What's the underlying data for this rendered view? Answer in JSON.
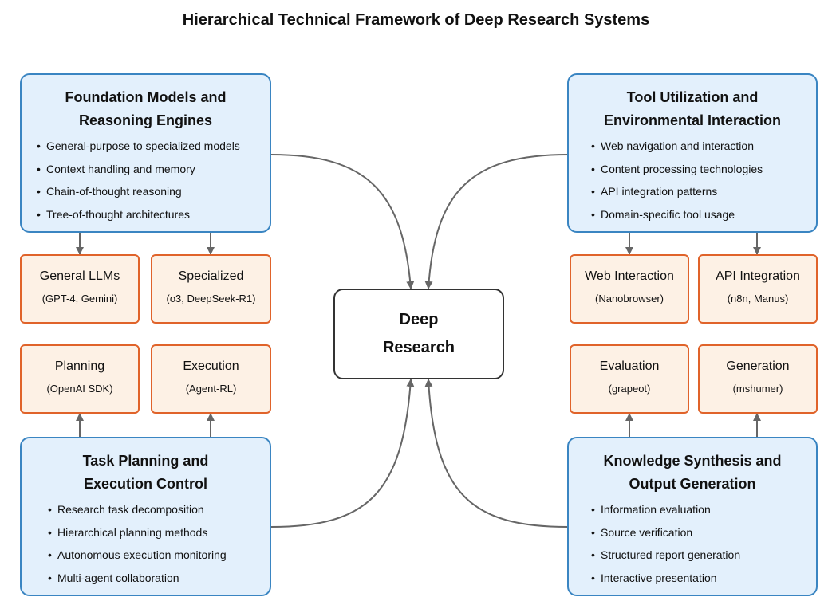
{
  "title": "Hierarchical Technical Framework of Deep Research Systems",
  "center": {
    "label_line1": "Deep",
    "label_line2": "Research"
  },
  "pillars": [
    {
      "title_line1": "Foundation Models and",
      "title_line2": "Reasoning Engines",
      "bullets": [
        "General-purpose to specialized models",
        "Context handling and memory",
        "Chain-of-thought reasoning",
        "Tree-of-thought architectures"
      ],
      "technologies": [
        {
          "name": "General LLMs",
          "examples": "(GPT-4, Gemini)"
        },
        {
          "name": "Specialized",
          "examples": "(o3, DeepSeek-R1)"
        }
      ]
    },
    {
      "title_line1": "Tool Utilization and",
      "title_line2": "Environmental Interaction",
      "bullets": [
        "Web navigation and interaction",
        "Content processing technologies",
        "API integration patterns",
        "Domain-specific tool usage"
      ],
      "technologies": [
        {
          "name": "Web Interaction",
          "examples": "(Nanobrowser)"
        },
        {
          "name": "API Integration",
          "examples": "(n8n, Manus)"
        }
      ]
    },
    {
      "title_line1": "Task Planning and",
      "title_line2": "Execution Control",
      "bullets": [
        "Research task decomposition",
        "Hierarchical planning methods",
        "Autonomous execution monitoring",
        "Multi-agent collaboration"
      ],
      "technologies": [
        {
          "name": "Planning",
          "examples": "(OpenAI SDK)"
        },
        {
          "name": "Execution",
          "examples": "(Agent-RL)"
        }
      ]
    },
    {
      "title_line1": "Knowledge Synthesis and",
      "title_line2": "Output Generation",
      "bullets": [
        "Information evaluation",
        "Source verification",
        "Structured report generation",
        "Interactive presentation"
      ],
      "technologies": [
        {
          "name": "Evaluation",
          "examples": "(grapeot)"
        },
        {
          "name": "Generation",
          "examples": "(mshumer)"
        }
      ]
    }
  ],
  "colors": {
    "pillar_fill": "#e3f0fc",
    "pillar_border": "#3a85c2",
    "tech_fill": "#fdf1e5",
    "tech_border": "#e0632a",
    "center_border": "#333333",
    "arrow": "#666666"
  }
}
